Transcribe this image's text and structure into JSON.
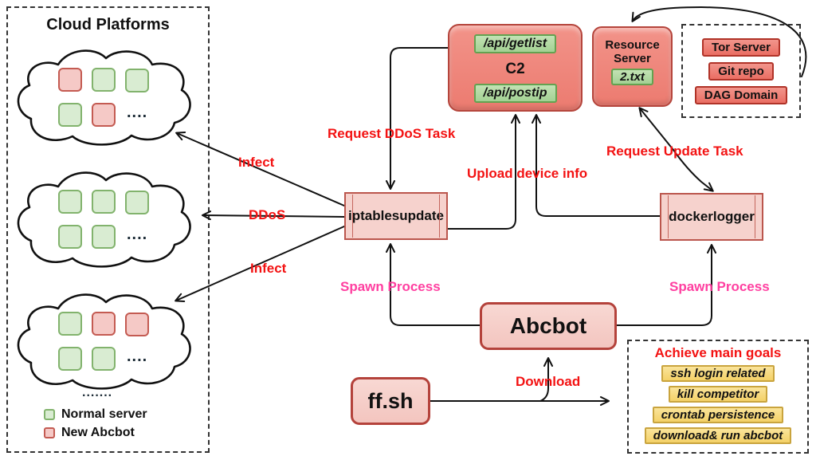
{
  "cloud_platforms": {
    "title": "Cloud Platforms",
    "clouds": [
      {
        "servers": [
          "abcbot",
          "normal",
          "normal",
          "normal",
          "abcbot"
        ],
        "dots": "...."
      },
      {
        "servers": [
          "normal",
          "normal",
          "normal",
          "normal",
          "normal"
        ],
        "dots": "...."
      },
      {
        "servers": [
          "normal",
          "abcbot",
          "abcbot",
          "normal",
          "normal"
        ],
        "dots": "...."
      }
    ],
    "ellipsis": ".......",
    "legend": [
      {
        "type": "normal",
        "label": "Normal server"
      },
      {
        "type": "abcbot",
        "label": "New Abcbot"
      }
    ]
  },
  "c2": {
    "endpoint_top": "/api/getlist",
    "name": "C2",
    "endpoint_bottom": "/api/postip"
  },
  "resource_server": {
    "name": "Resource Server",
    "file": "2.txt"
  },
  "external_sources": {
    "items": [
      "Tor Server",
      "Git repo",
      "DAG Domain"
    ]
  },
  "nodes": {
    "iptablesupdate": "iptablesupdate",
    "dockerlogger": "dockerlogger",
    "abcbot": "Abcbot",
    "ffsh": "ff.sh"
  },
  "edge_labels": {
    "infect_top": "Infect",
    "ddos": "DDoS",
    "infect_bottom": "Infect",
    "request_ddos": "Request DDoS Task",
    "upload_device": "Upload device info",
    "request_update": "Request Update Task",
    "spawn_left": "Spawn Process",
    "spawn_right": "Spawn Process",
    "download": "Download"
  },
  "goals": {
    "title": "Achieve main goals",
    "items": [
      "ssh login related",
      "kill competitor",
      "crontab persistence",
      "download& run abcbot"
    ]
  },
  "colors": {
    "label_red": "#f31212",
    "label_pink": "#ff3fa0",
    "node_salmon": "#ee8077",
    "node_light_pink": "#f6cfca",
    "endpoint_green": "#aed8a0",
    "goal_yellow": "#f8da79"
  }
}
